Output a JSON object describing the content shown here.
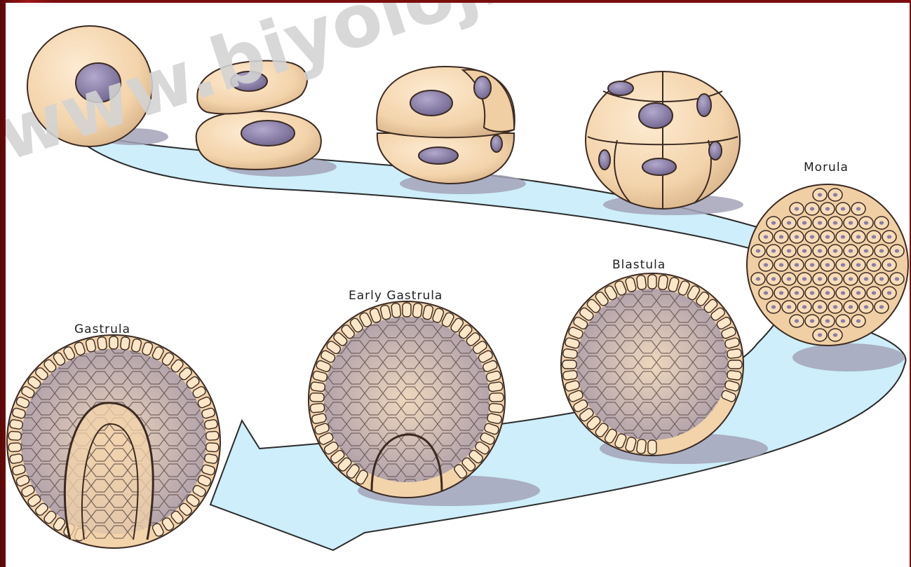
{
  "watermark": "www.biyolojie",
  "stages": {
    "morula": "Morula",
    "blastula": "Blastula",
    "early_gastrula": "Early Gastrula",
    "gastrula": "Gastrula"
  },
  "colors": {
    "frame": "#8b0f0f",
    "cell_fill": "#f7dcb7",
    "cell_stroke": "#3b2a22",
    "nucleus": "#8a7fa6",
    "arrow": "#cdeefa",
    "shadow": "#a3a3b8"
  }
}
